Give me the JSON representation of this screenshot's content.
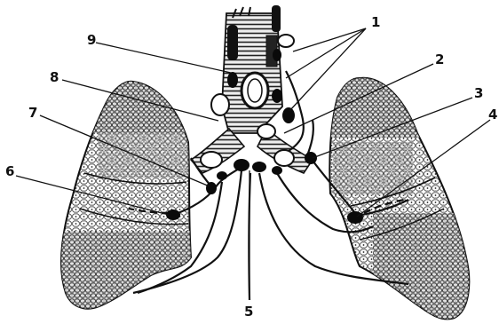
{
  "figure": {
    "labels": [
      "1",
      "2",
      "3",
      "4",
      "5",
      "6",
      "7",
      "8",
      "9"
    ]
  },
  "colors": {
    "ink": "#111111",
    "paper": "#ffffff",
    "node": "#0a0a0a",
    "lung_texture": "#555555"
  },
  "icons": {
    "lymph_node": "lymph-node-icon",
    "lung": "lung-icon",
    "trachea": "trachea-icon"
  }
}
